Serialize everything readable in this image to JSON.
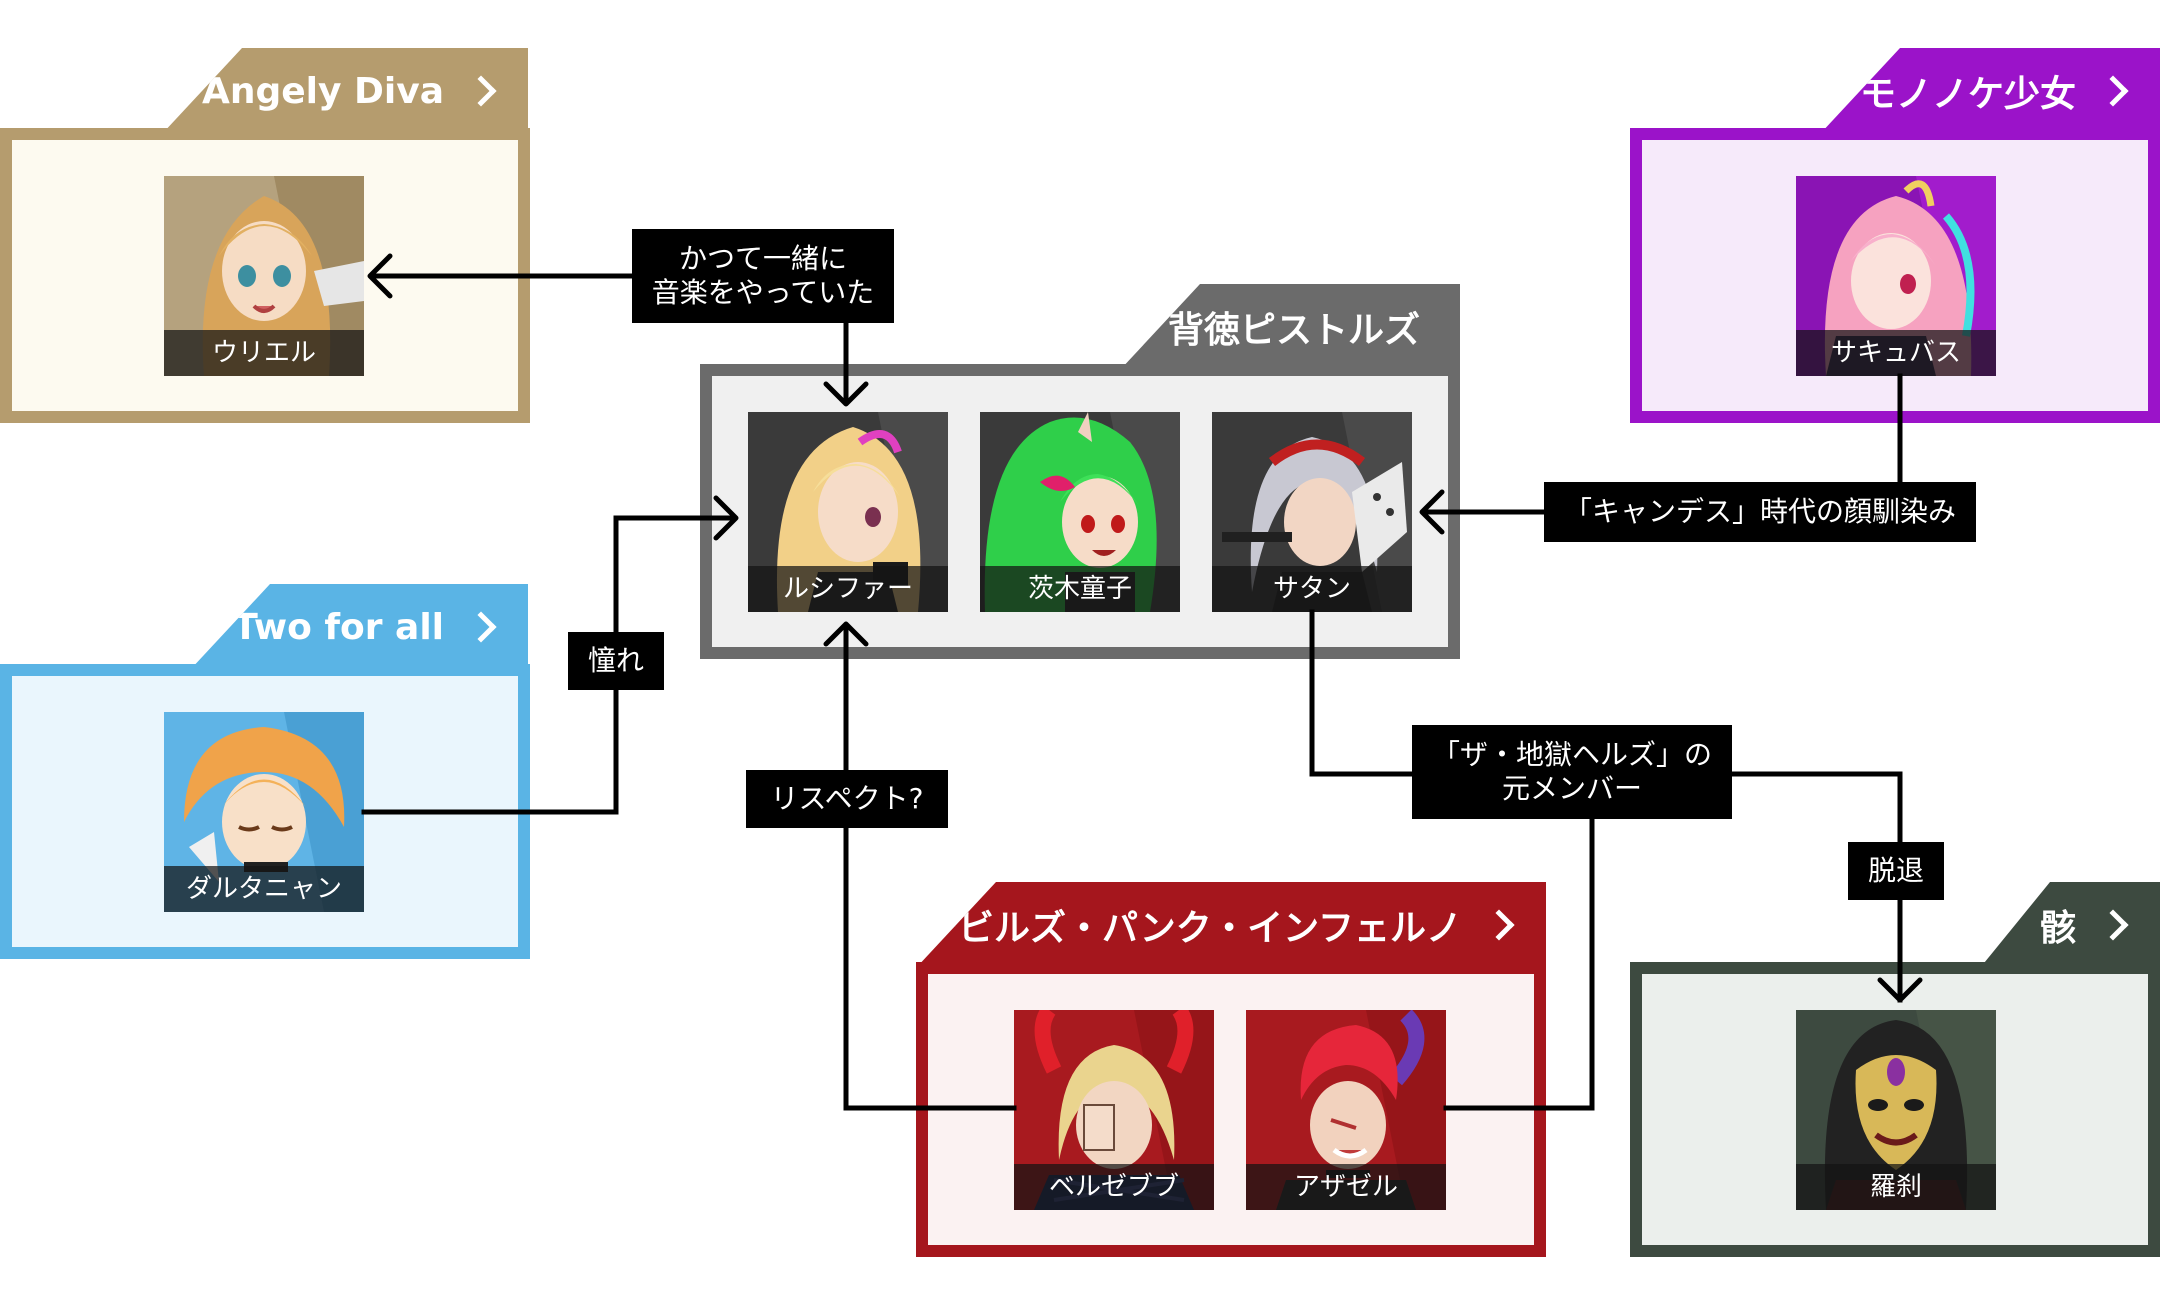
{
  "groups": {
    "angely": {
      "name": "Angely Diva",
      "color": "#b59c6e",
      "bg": "#fdfaf0"
    },
    "two": {
      "name": "Two for all",
      "color": "#5ab4e5",
      "bg": "#eaf6fd"
    },
    "haitoku": {
      "name": "背徳ピストルズ",
      "color": "#6b6b6b",
      "bg": "#f0f0f0"
    },
    "mononoke": {
      "name": "モノノケ少女",
      "color": "#9b13c9",
      "bg": "#f6eafa"
    },
    "devils": {
      "name": "デビルズ・パンク・インフェルノ",
      "color": "#a5161d",
      "bg": "#fbf2f2"
    },
    "gai": {
      "name": "骸",
      "color": "#3d4a40",
      "bg": "#ebefec"
    }
  },
  "characters": {
    "uriel": "ウリエル",
    "dal": "ダルタニャン",
    "lucifer": "ルシファー",
    "ibaraki": "茨木童子",
    "satan": "サタン",
    "succubus": "サキュバス",
    "beelzebub": "ベルゼブブ",
    "azazel": "アザゼル",
    "rasetsu": "羅刹"
  },
  "relations": {
    "band_line1": "かつて一緒に",
    "band_line2": "音楽をやっていた",
    "admire": "憧れ",
    "respect": "リスペクト?",
    "candes": "「キャンデス」時代の顔馴染み",
    "hells_line1": "「ザ・地獄ヘルズ」の",
    "hells_line2": "元メンバー",
    "withdraw": "脱退"
  }
}
